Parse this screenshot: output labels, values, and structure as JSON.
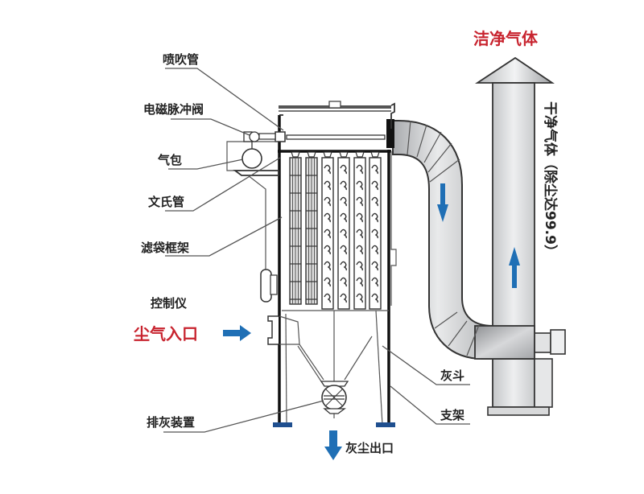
{
  "diagram": {
    "title": "脉冲布袋除尘器结构示意图",
    "labels": {
      "blow_pipe": "喷吹管",
      "pulse_valve": "电磁脉冲阀",
      "air_bag": "气包",
      "venturi": "文氏管",
      "bag_cage": "滤袋框架",
      "controller": "控制仪",
      "dust_inlet": "尘气入口",
      "ash_discharge": "排灰装置",
      "dust_outlet": "灰尘出口",
      "ash_hopper": "灰斗",
      "support": "支架",
      "clean_gas": "洁净气体",
      "dry_gas_vertical": "干净气体（除尘达99.9）"
    },
    "flow_arrows": [
      {
        "name": "inlet-arrow",
        "direction": "right"
      },
      {
        "name": "duct-down-arrow",
        "direction": "down"
      },
      {
        "name": "stack-up-arrow",
        "direction": "up"
      },
      {
        "name": "outlet-down-arrow",
        "direction": "down"
      }
    ],
    "colors": {
      "arrow_blue": "#1f6fb5",
      "red_label": "#c8242f",
      "foot_blue": "#1f4f8f",
      "duct_gray": "#c9cbcd"
    }
  }
}
